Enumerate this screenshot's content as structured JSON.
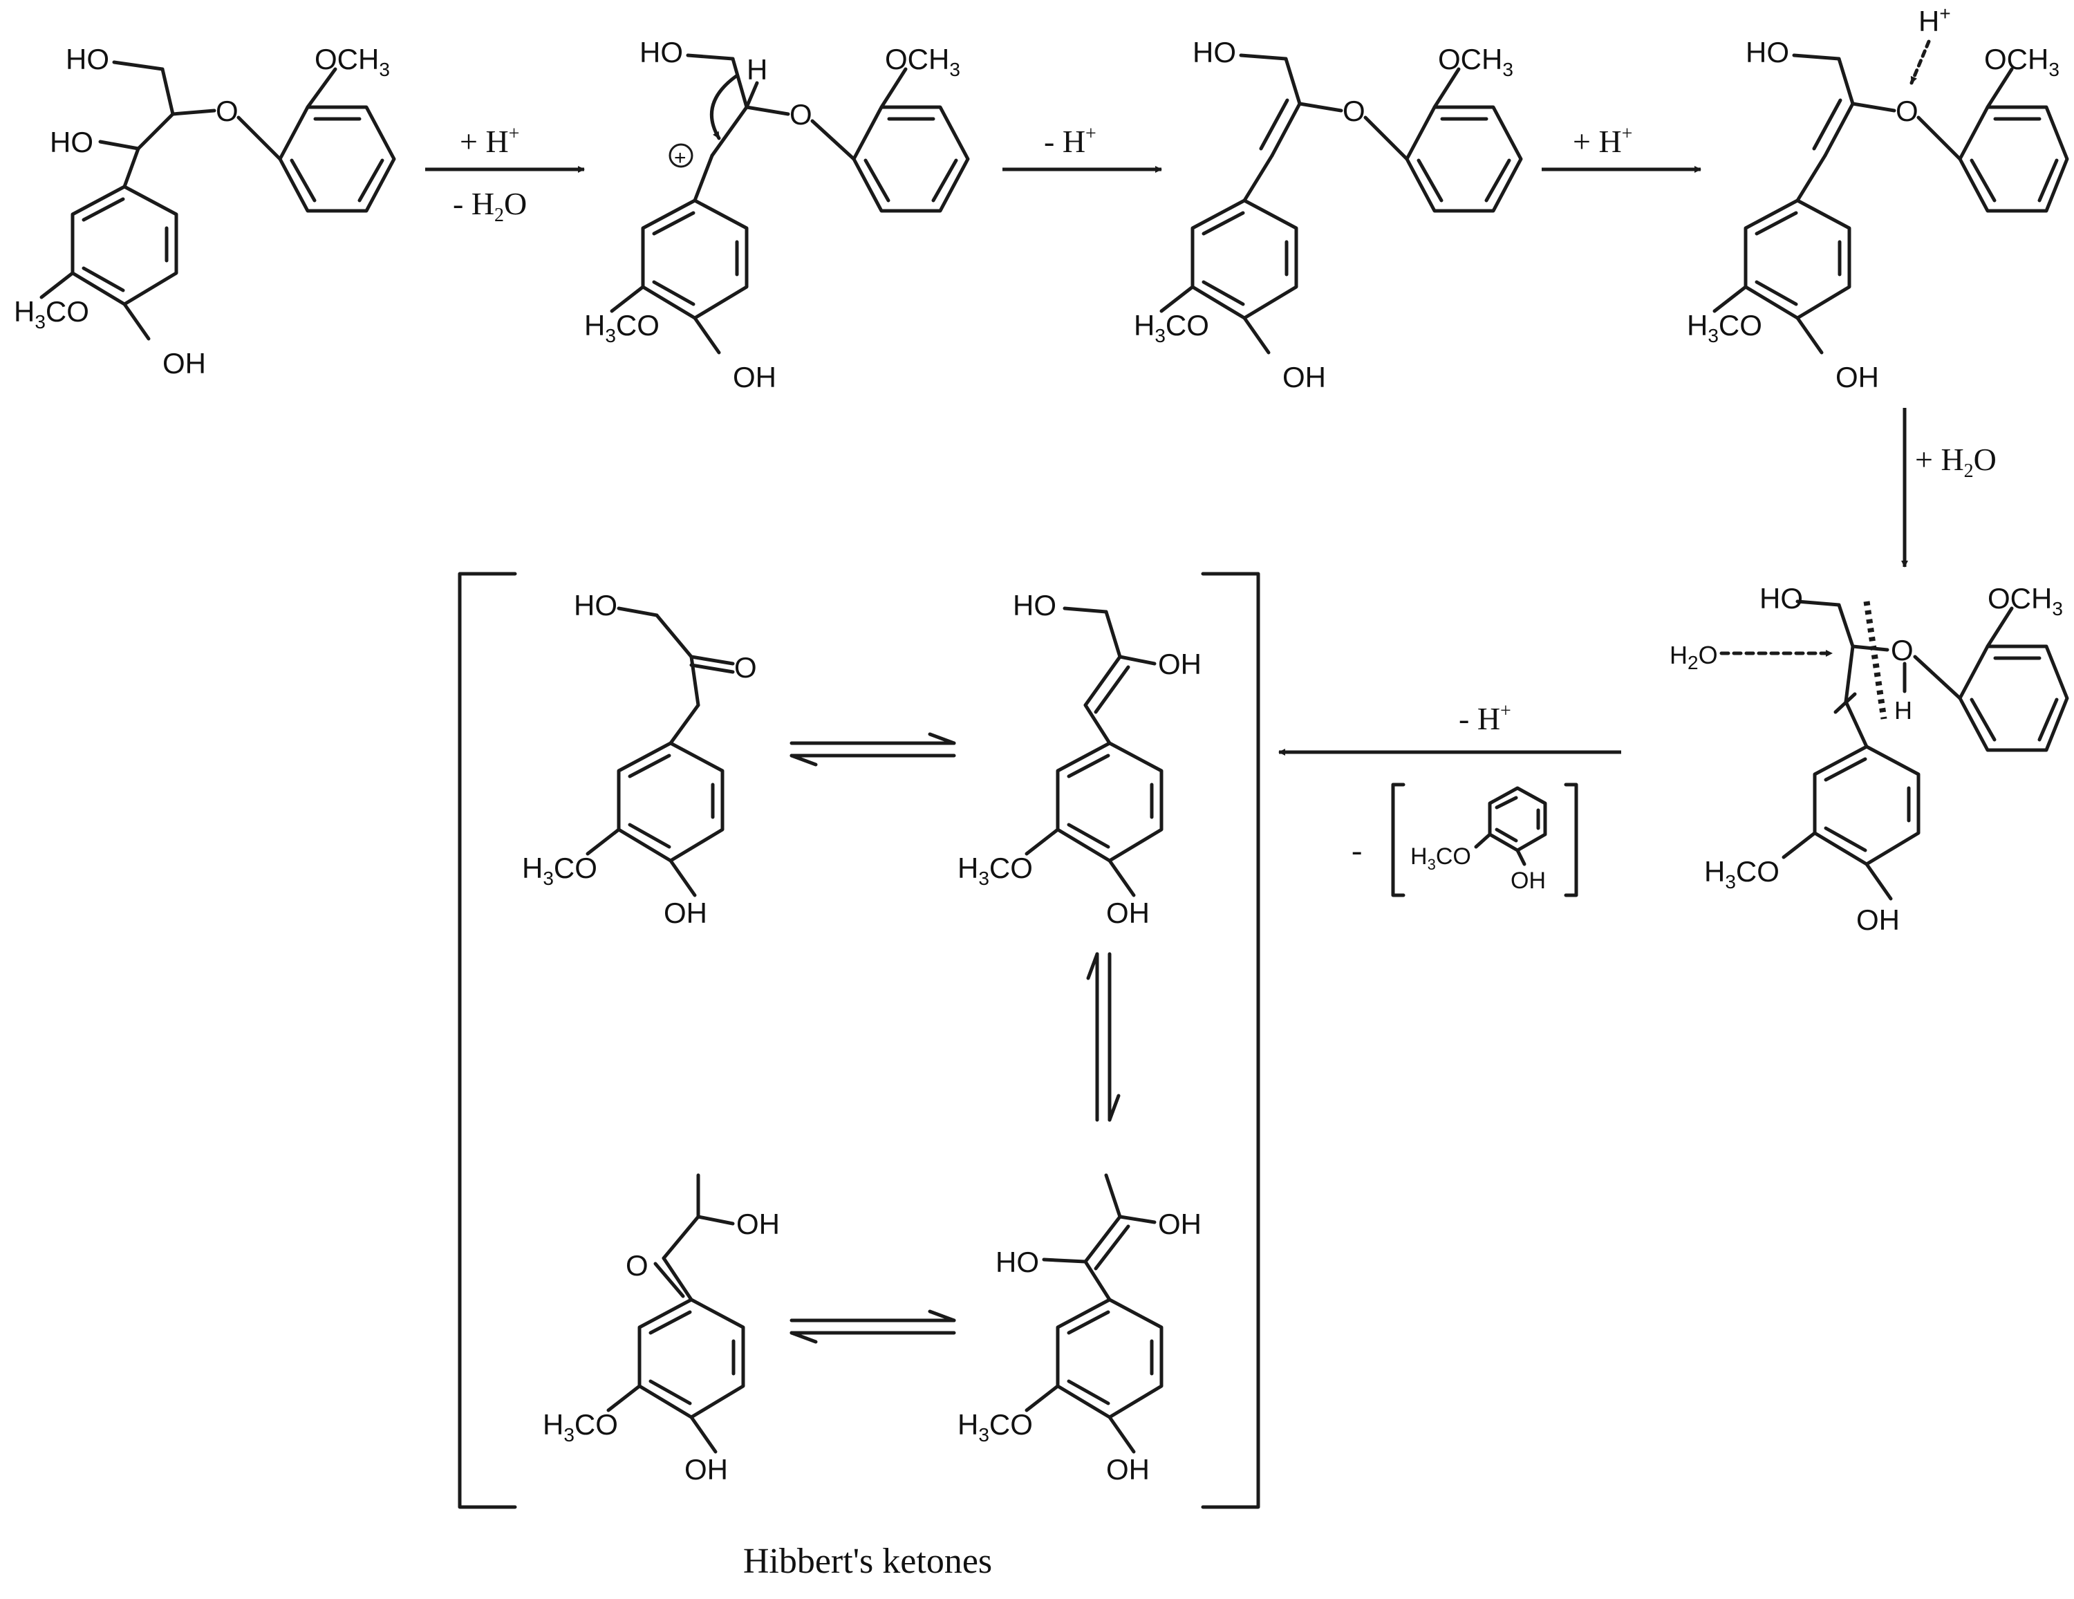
{
  "conditions": {
    "step1_top": "+ H",
    "step1_top_sup": "+",
    "step1_bottom": "- H",
    "step1_bottom_sub": "2",
    "step1_bottom_end": "O",
    "step2": "- H",
    "step2_sup": "+",
    "step3": "+ H",
    "step3_sup": "+",
    "step4": "+ H",
    "step4_sub": "2",
    "step4_end": "O",
    "step5": "- H",
    "step5_sup": "+",
    "step5_minus": "-"
  },
  "labels": {
    "och3": "OCH",
    "och3_sub": "3",
    "h3co": "H",
    "h3co_sub": "3",
    "h3co_end": "CO",
    "ho": "HO",
    "oh": "OH",
    "o": "O",
    "h": "H",
    "h_plus": "H",
    "h_plus_sup": "+",
    "h2o": "H",
    "h2o_sub": "2",
    "h2o_end": "O",
    "plus": "+"
  },
  "caption": "Hibbert's ketones"
}
